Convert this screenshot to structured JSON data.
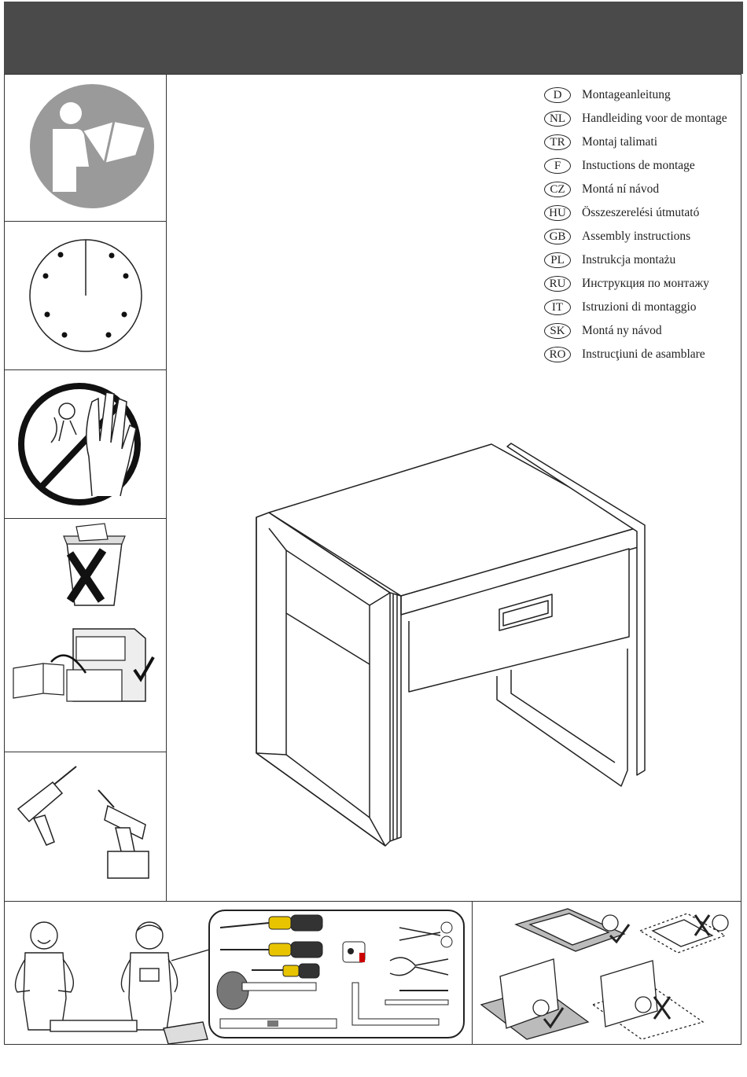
{
  "header": {
    "color": "#4a4a4a"
  },
  "sidebar": {
    "icons": [
      "read-manual-icon",
      "clock-icon",
      "keep-away-from-children-icon",
      "do-not-discard-icon",
      "store-instructions-icon",
      "power-tools-icon"
    ]
  },
  "languages": [
    {
      "code": "D",
      "label": "Montageanleitung"
    },
    {
      "code": "NL",
      "label": "Handleiding voor de montage"
    },
    {
      "code": "TR",
      "label": "Montaj  talimati"
    },
    {
      "code": "F",
      "label": "Instuctions de montage"
    },
    {
      "code": "CZ",
      "label": "Montá  ní návod"
    },
    {
      "code": "HU",
      "label": "Összeszerelési útmutató"
    },
    {
      "code": "GB",
      "label": "Assembly instructions"
    },
    {
      "code": "PL",
      "label": "Instrukcja montażu"
    },
    {
      "code": "RU",
      "label": "Инструкция по монтажу"
    },
    {
      "code": "IT",
      "label": "Istruzioni di montaggio"
    },
    {
      "code": "SK",
      "label": "Montá  ny návod"
    },
    {
      "code": "RO",
      "label": "Instrucţiuni de asamblare"
    }
  ],
  "product": {
    "image": "bedside-table-with-drawer"
  },
  "bottom": {
    "tools": [
      "flat-screwdriver-icon",
      "cross-screwdriver-icon",
      "small-screwdriver-icon",
      "mallet-icon",
      "spirit-level-icon",
      "tape-measure-icon",
      "scissors-icon",
      "pliers-icon",
      "pencil-icon",
      "drill-bit-icon",
      "square-ruler-icon"
    ],
    "surface_tips": [
      "assemble-on-soft-surface-ok",
      "do-not-assemble-on-hard-floor",
      "soft-surface-upright-ok",
      "hard-floor-upright-wrong"
    ]
  }
}
